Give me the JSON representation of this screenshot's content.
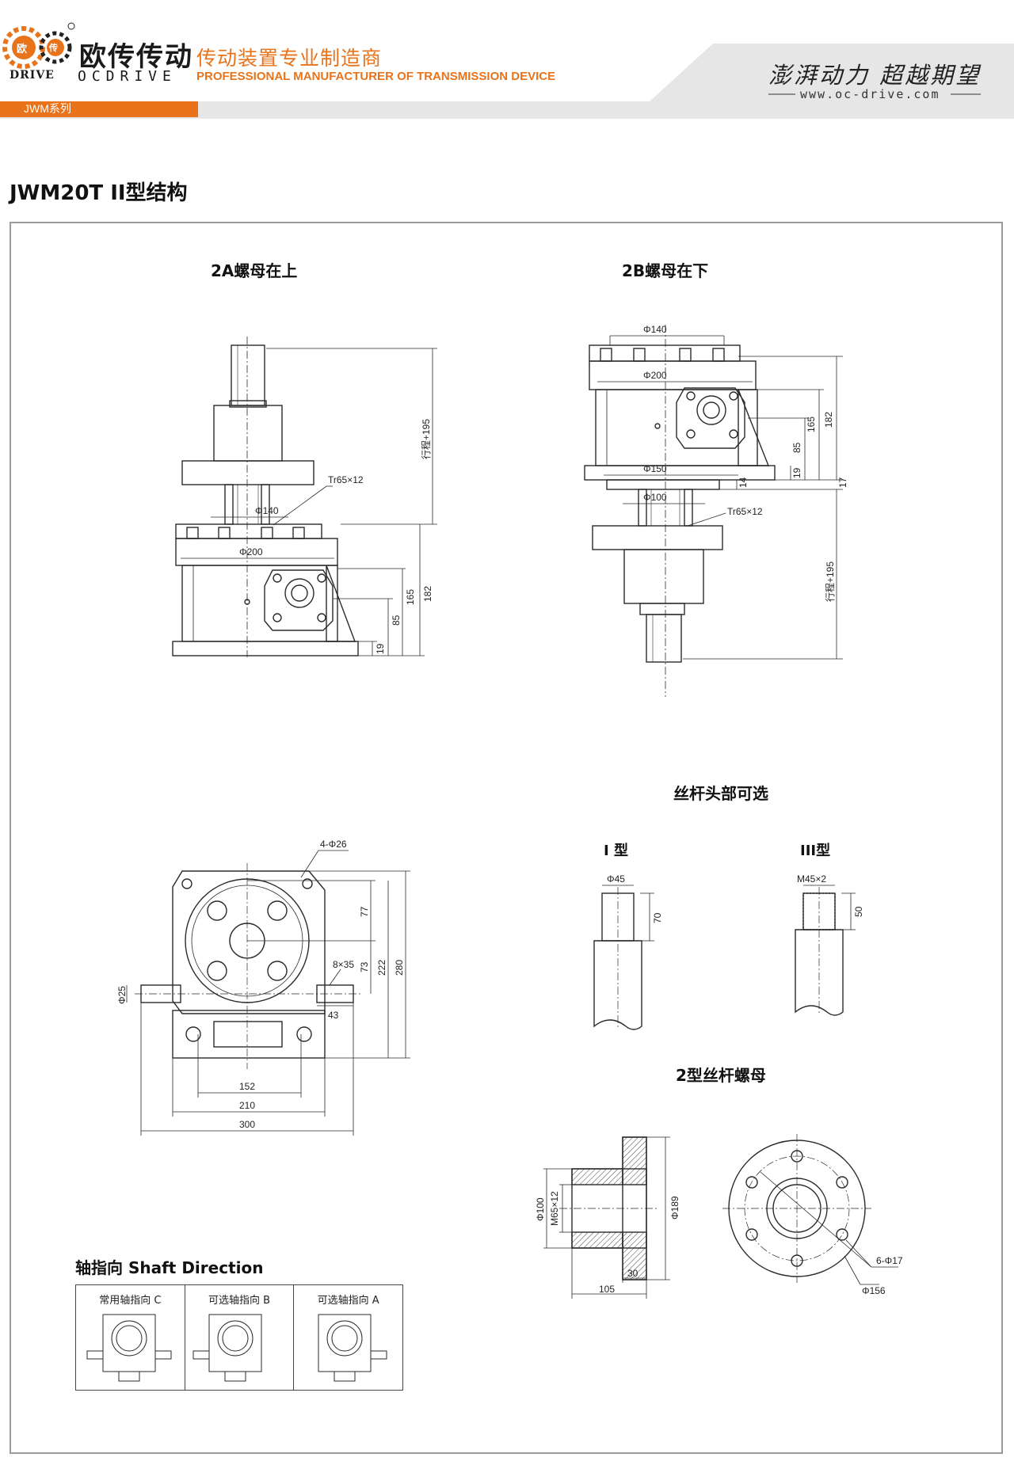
{
  "header": {
    "logo_seal_top": "欧",
    "logo_seal_bottom": "传",
    "brand_cn": "欧传传动",
    "brand_drive": "DRIVE",
    "brand_en": "OCDRIVE",
    "tagline_cn": "传动装置专业制造商",
    "tagline_en": "PROFESSIONAL MANUFACTURER OF TRANSMISSION DEVICE",
    "slogan": "澎湃动力 超越期望",
    "website": "www.oc-drive.com",
    "series_label": "JWM系列"
  },
  "page_title": "JWM20T II型结构",
  "colors": {
    "accent": "#e8731b",
    "band": "#e6e6e6",
    "line": "#2a2a2a"
  },
  "drawing_2a": {
    "title": "2A螺母在上",
    "dims": {
      "stroke": "行程+195",
      "thread": "Tr65×12",
      "d140": "Φ140",
      "d200": "Φ200",
      "h182": "182",
      "h165": "165",
      "h85": "85",
      "h19": "19"
    }
  },
  "drawing_2b": {
    "title": "2B螺母在下",
    "dims": {
      "d140": "Φ140",
      "d200": "Φ200",
      "d150": "Φ150",
      "d100": "Φ100",
      "thread": "Tr65×12",
      "h165": "165",
      "h182": "182",
      "h85": "85",
      "h19": "19",
      "h14": "14",
      "h17": "17",
      "stroke": "行程+195"
    }
  },
  "top_view": {
    "dims": {
      "holes": "4-Φ26",
      "key": "8×35",
      "shaft": "Φ25",
      "d77": "77",
      "d73": "73",
      "d222": "222",
      "d280": "280",
      "d43": "43",
      "d152": "152",
      "d210": "210",
      "d300": "300"
    }
  },
  "screw_head": {
    "title": "丝杆头部可选",
    "type1": {
      "label": "I 型",
      "dia": "Φ45",
      "len": "70"
    },
    "type3": {
      "label": "III型",
      "thread": "M45×2",
      "len": "50"
    }
  },
  "nut": {
    "title": "2型丝杆螺母",
    "dims": {
      "d100": "Φ100",
      "m65": "M65×12",
      "d189": "Φ189",
      "l105": "105",
      "l30": "30",
      "holes": "6-Φ17",
      "d156": "Φ156"
    }
  },
  "shaft_direction": {
    "title": "轴指向 Shaft Direction",
    "options": [
      {
        "label": "常用轴指向 C"
      },
      {
        "label": "可选轴指向 B"
      },
      {
        "label": "可选轴指向 A"
      }
    ]
  }
}
